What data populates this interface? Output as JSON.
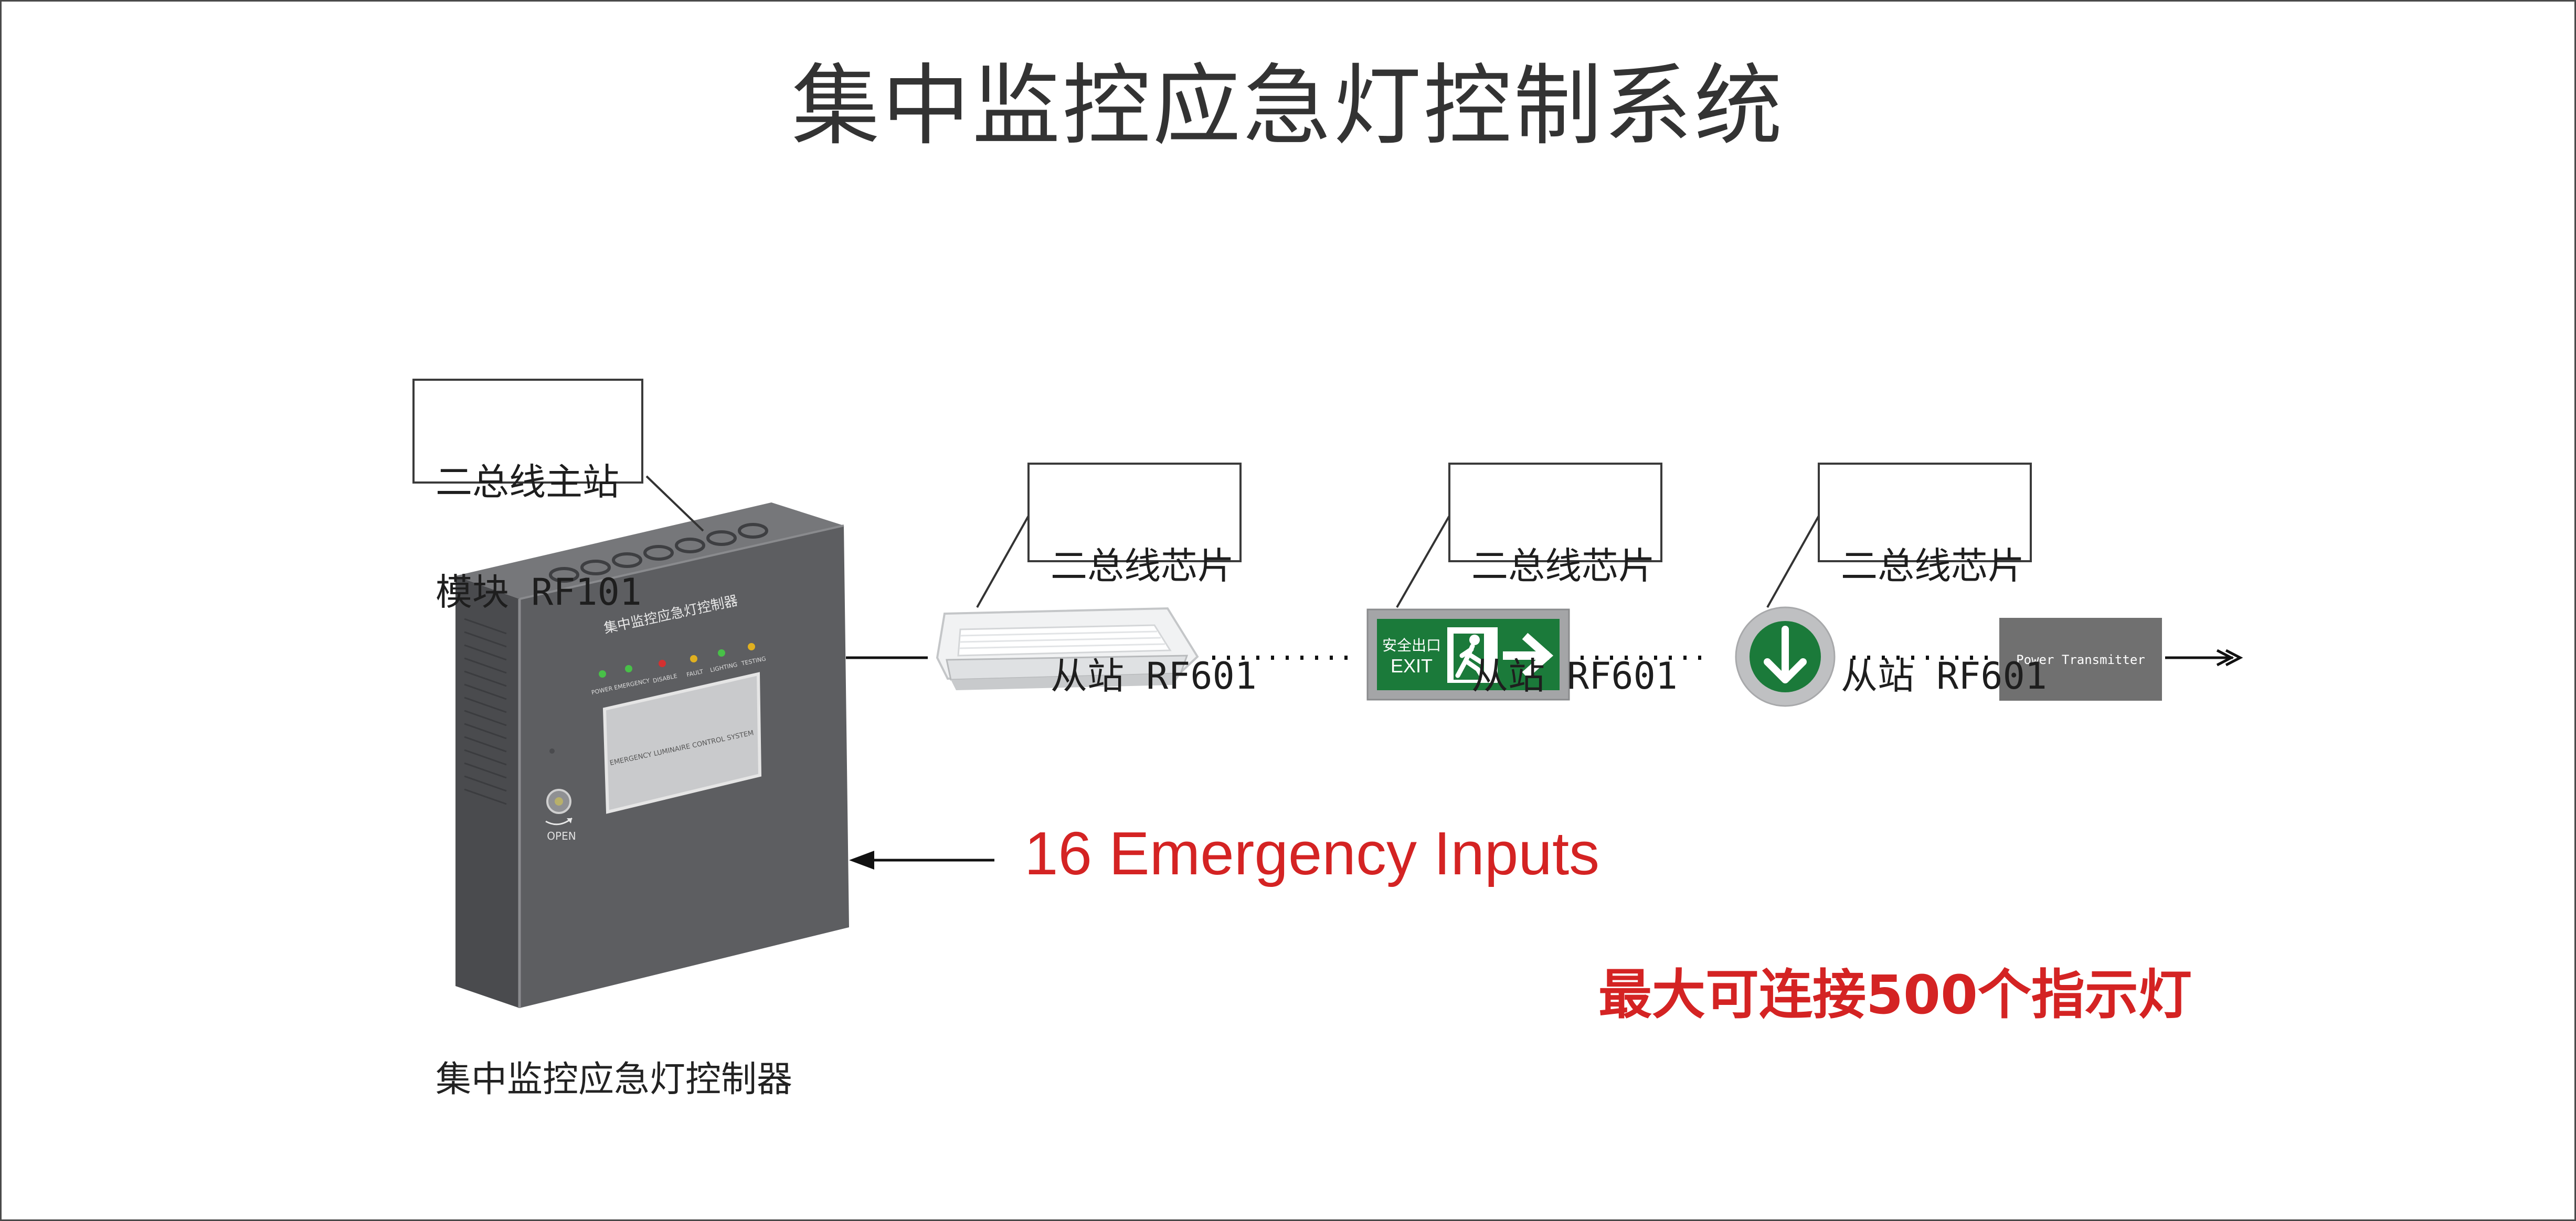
{
  "title": "集中监控应急灯控制系统",
  "callouts": {
    "master": [
      "二总线主站",
      "模块 RF101"
    ],
    "slave_1": [
      "二总线芯片",
      "从站 RF601"
    ],
    "slave_2": [
      "二总线芯片",
      "从站 RF601"
    ],
    "slave_3": [
      "二总线芯片",
      "从站 RF601"
    ]
  },
  "controller": {
    "caption": "集中监控应急灯控制器",
    "panel_title": "集中监控应急灯控制器",
    "indicators": [
      "POWER",
      "EMERGENCY",
      "DISABLE",
      "FAULT",
      "LIGHTING",
      "TESTING"
    ],
    "screen_text": "EMERGENCY LUMINAIRE CONTROL SYSTEM",
    "lock_label": "OPEN"
  },
  "exit_sign": {
    "cn": "安全出口",
    "en": "EXIT"
  },
  "transmitter": {
    "label": "Power Transmitter"
  },
  "inputs_label": "16 Emergency Inputs",
  "max_label": "最大可连接500个指示灯",
  "colors": {
    "cabinet": "#5f6063",
    "cabinet_side": "#4b4c4f",
    "cabinet_top": "#6e6f72",
    "exit_green": "#1b7a3a",
    "transmitter": "#707070",
    "accent_red": "#d42323"
  }
}
